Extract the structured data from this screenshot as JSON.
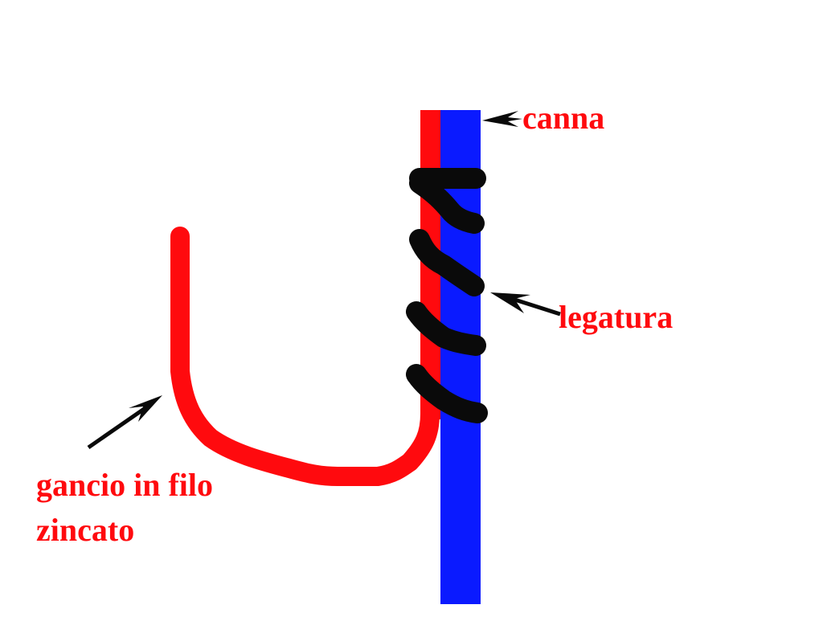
{
  "diagram": {
    "labels": {
      "cane": "canna",
      "binding": "legatura",
      "hook_line1": "gancio in filo",
      "hook_line2": "zincato"
    },
    "colors": {
      "cane": "#0a1aff",
      "hook_wire": "#ff0a0e",
      "binding": "#0a0a0a",
      "label_text": "#ff0a0e",
      "arrow": "#0a0a0a",
      "background": "#ffffff"
    },
    "binding_wraps_count": 4
  }
}
